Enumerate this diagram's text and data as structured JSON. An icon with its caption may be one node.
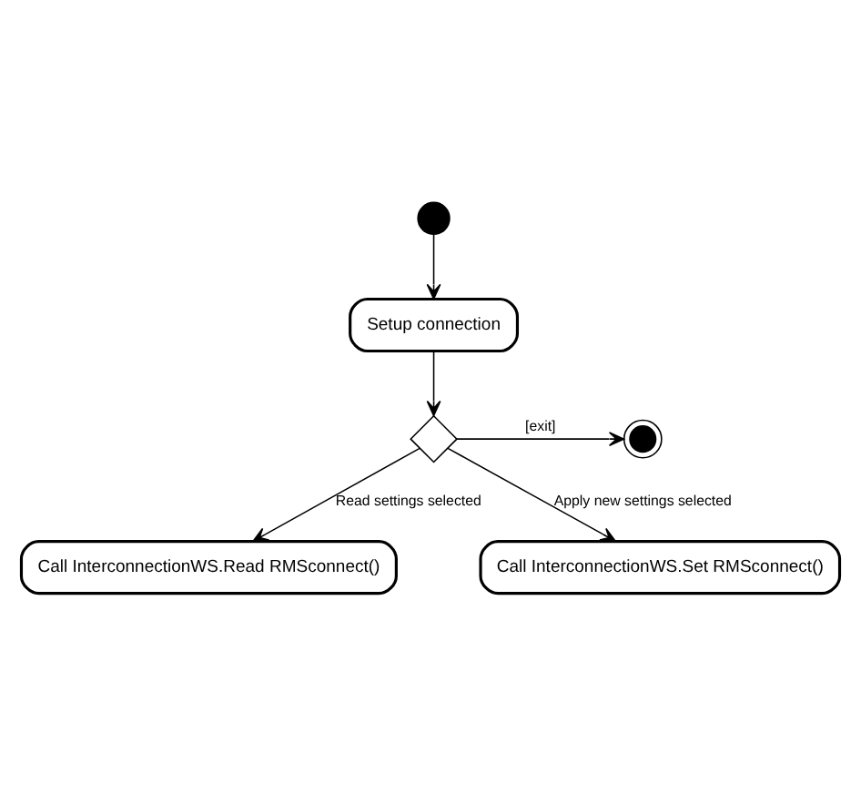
{
  "diagram": {
    "nodes": [
      {
        "text": [],
        "shape": "circle"
      },
      {
        "text": [
          "Setup connection"
        ]
      },
      {
        "text": [],
        "shape": "diamond"
      },
      {
        "text": [],
        "shape": "circle"
      },
      {
        "text": [
          "Call InterconnectionWS.Read RMSconnect()"
        ]
      },
      {
        "text": [
          "Call InterconnectionWS.Set RMSconnect()"
        ]
      }
    ],
    "edges": [
      {
        "from": 0,
        "to": 1,
        "arrow": "to"
      },
      {
        "from": 1,
        "to": 2,
        "arrow": "to"
      },
      {
        "from": 2,
        "to": 3,
        "arrow": "to",
        "label": "[exit]"
      },
      {
        "from": 2,
        "to": 4,
        "arrow": "to",
        "label": "Read settings selected"
      },
      {
        "from": 2,
        "to": 5,
        "arrow": "to",
        "label": "Apply new settings selected"
      }
    ]
  }
}
